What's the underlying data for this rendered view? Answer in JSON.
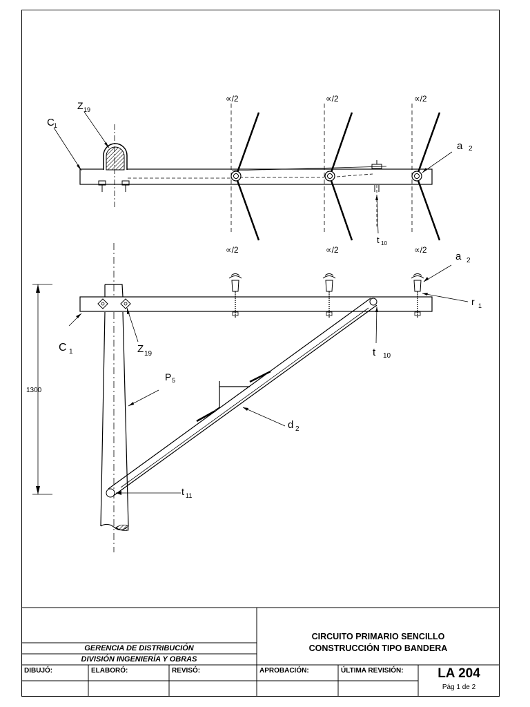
{
  "drawing": {
    "labels": {
      "alpha_half": "∝/2",
      "z19": "Z",
      "z19_sub": "19",
      "c1": "C",
      "c1_sub": "1",
      "a2": "a",
      "a2_sub": "2",
      "t10": "t",
      "t10_sub": "10",
      "r1": "r",
      "r1_sub": "1",
      "p5": "P",
      "p5_sub": "5",
      "d2": "d",
      "d2_sub": "2",
      "t11": "t",
      "t11_sub": "11",
      "dimension_1300": "1300"
    }
  },
  "title_block": {
    "org_line1": "GERENCIA DE DISTRIBUCIÓN",
    "org_line2": "DIVISIÓN  INGENIERÍA Y OBRAS",
    "title_line1": "CIRCUITO PRIMARIO SENCILLO",
    "title_line2": "CONSTRUCCIÓN TIPO BANDERA",
    "headers": {
      "dibujo": "DIBUJÓ:",
      "elaboro": "ELABORÓ:",
      "reviso": "REVISÓ:",
      "aprobacion": "APROBACIÓN:",
      "ultima_revision": "ÚLTIMA REVISIÓN:"
    },
    "drawing_code": "LA 204",
    "page": "Pág 1 de 2"
  }
}
